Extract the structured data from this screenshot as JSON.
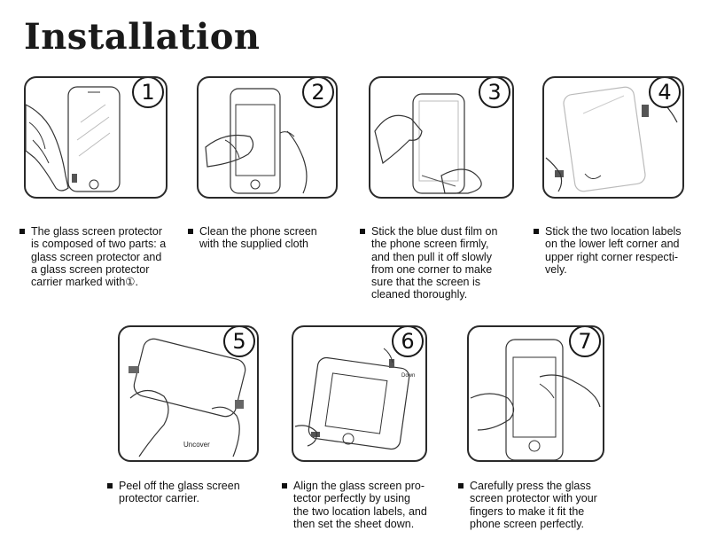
{
  "title": "Installation",
  "steps": [
    {
      "number": "1",
      "caption": "The glass screen protector\nis composed of two parts: a\nglass screen protector and\na glass screen protector\ncarrier marked with①."
    },
    {
      "number": "2",
      "caption": "Clean the phone screen\nwith the supplied cloth"
    },
    {
      "number": "3",
      "caption": "Stick the blue dust film on\nthe phone screen firmly,\nand then pull it off slowly\nfrom one corner to make\nsure that the screen is\ncleaned thoroughly."
    },
    {
      "number": "4",
      "caption": "Stick the two location labels\non the lower left corner and\nupper right corner respecti-\nvely."
    },
    {
      "number": "5",
      "caption": "Peel off the glass screen\nprotector carrier.",
      "inner_label": "Uncover"
    },
    {
      "number": "6",
      "caption": "Align the glass screen pro-\ntector perfectly by using\nthe two location labels, and\nthen set the sheet down.",
      "inner_label": "Down"
    },
    {
      "number": "7",
      "caption": "Carefully press the glass\nscreen protector with your\nfingers to make it fit the\nphone screen perfectly."
    }
  ]
}
